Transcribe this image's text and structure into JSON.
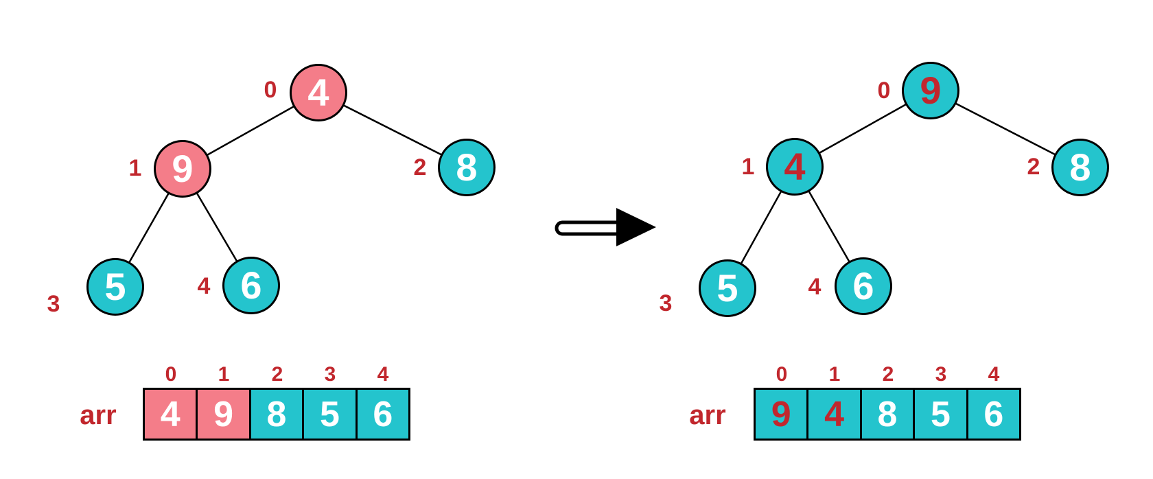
{
  "palette": {
    "node_pink": "#F47D89",
    "node_teal": "#24C4CD",
    "index_red": "#C1272D",
    "value_white": "#FFFFFF",
    "edge_black": "#000000",
    "background": "#FFFFFF"
  },
  "arrow": {
    "direction": "right"
  },
  "left": {
    "tree": {
      "nodes": [
        {
          "index_label": "0",
          "value": "4",
          "fill": "pink",
          "value_color": "white"
        },
        {
          "index_label": "1",
          "value": "9",
          "fill": "pink",
          "value_color": "white"
        },
        {
          "index_label": "2",
          "value": "8",
          "fill": "teal",
          "value_color": "white"
        },
        {
          "index_label": "3",
          "value": "5",
          "fill": "teal",
          "value_color": "white"
        },
        {
          "index_label": "4",
          "value": "6",
          "fill": "teal",
          "value_color": "white"
        }
      ]
    },
    "array": {
      "label": "arr",
      "indices": [
        "0",
        "1",
        "2",
        "3",
        "4"
      ],
      "cells": [
        {
          "value": "4",
          "fill": "pink",
          "value_color": "white"
        },
        {
          "value": "9",
          "fill": "pink",
          "value_color": "white"
        },
        {
          "value": "8",
          "fill": "teal",
          "value_color": "white"
        },
        {
          "value": "5",
          "fill": "teal",
          "value_color": "white"
        },
        {
          "value": "6",
          "fill": "teal",
          "value_color": "white"
        }
      ]
    }
  },
  "right": {
    "tree": {
      "nodes": [
        {
          "index_label": "0",
          "value": "9",
          "fill": "teal",
          "value_color": "red"
        },
        {
          "index_label": "1",
          "value": "4",
          "fill": "teal",
          "value_color": "red"
        },
        {
          "index_label": "2",
          "value": "8",
          "fill": "teal",
          "value_color": "white"
        },
        {
          "index_label": "3",
          "value": "5",
          "fill": "teal",
          "value_color": "white"
        },
        {
          "index_label": "4",
          "value": "6",
          "fill": "teal",
          "value_color": "white"
        }
      ]
    },
    "array": {
      "label": "arr",
      "indices": [
        "0",
        "1",
        "2",
        "3",
        "4"
      ],
      "cells": [
        {
          "value": "9",
          "fill": "teal",
          "value_color": "red"
        },
        {
          "value": "4",
          "fill": "teal",
          "value_color": "red"
        },
        {
          "value": "8",
          "fill": "teal",
          "value_color": "white"
        },
        {
          "value": "5",
          "fill": "teal",
          "value_color": "white"
        },
        {
          "value": "6",
          "fill": "teal",
          "value_color": "white"
        }
      ]
    }
  }
}
